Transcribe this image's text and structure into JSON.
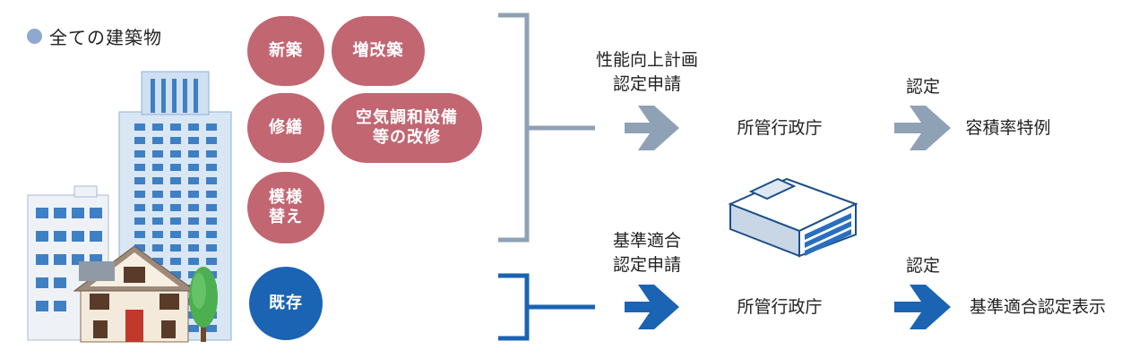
{
  "legend": {
    "label": "全ての建築物"
  },
  "categories": {
    "shinchiku": "新築",
    "zoukaichiku": "増改築",
    "shuzen": "修繕",
    "kuuki": "空気調和設備\n等の改修",
    "moyougae": "模様\n替え",
    "kizon": "既存"
  },
  "upper_flow": {
    "application": "性能向上計画\n認定申請",
    "authority": "所管行政庁",
    "approval": "認定",
    "result": "容積率特例"
  },
  "lower_flow": {
    "application": "基準適合\n認定申請",
    "authority": "所管行政庁",
    "approval": "認定",
    "result": "基準適合認定表示"
  },
  "colors": {
    "rose": "#c26672",
    "blue": "#1b63b3",
    "gray_blue": "#8ea1b5",
    "legend_dot": "#8fa8cf"
  },
  "icons": {
    "buildings": "city-buildings-illustration",
    "office": "government-office-icon"
  }
}
